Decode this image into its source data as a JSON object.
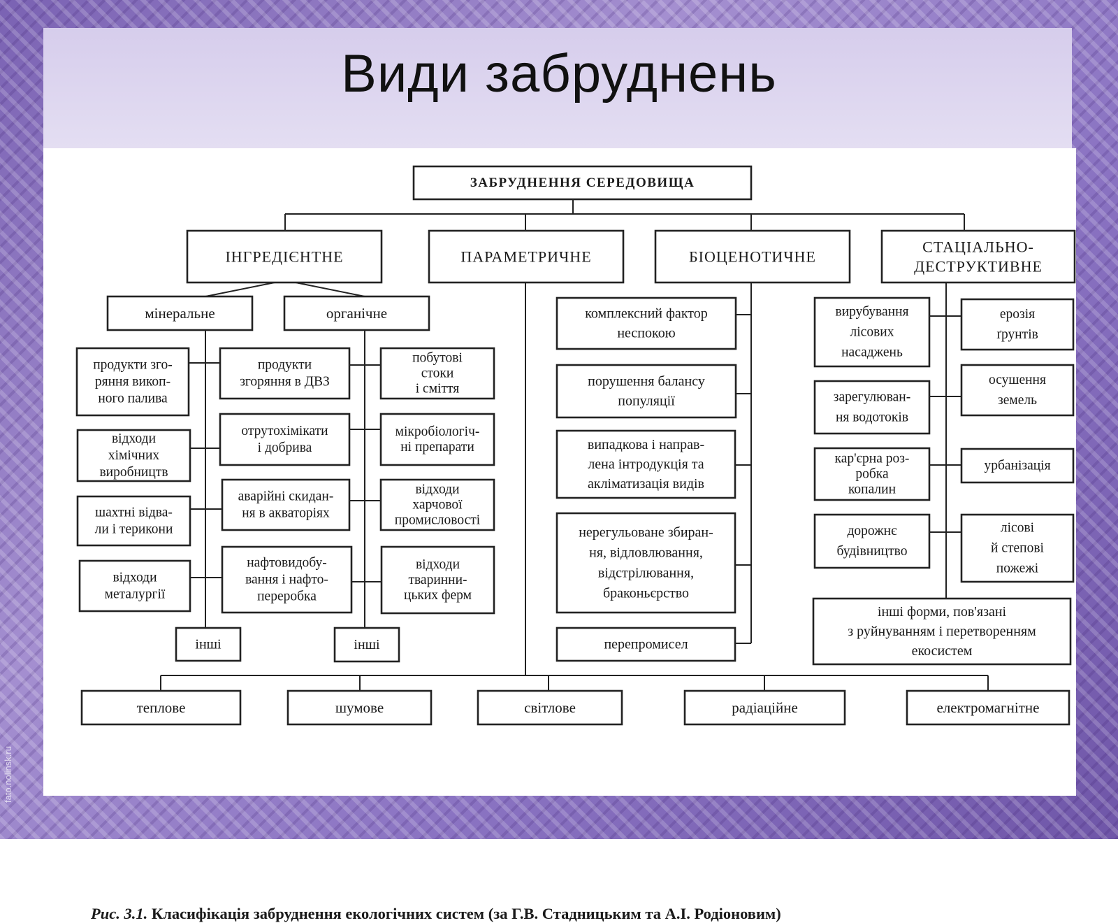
{
  "slide": {
    "title": "Види забруднень",
    "watermark": "fato.nolinsk.ru"
  },
  "diagram": {
    "root": "ЗАБРУДНЕННЯ СЕРЕДОВИЩА",
    "categories": [
      "ІНГРЕДІЄНТНЕ",
      "ПАРАМЕТРИЧНЕ",
      "БІОЦЕНОТИЧНЕ",
      [
        "СТАЦІАЛЬНО-",
        "ДЕСТРУКТИВНЕ"
      ]
    ],
    "ingredient": {
      "mineral": "мінеральне",
      "organic": "органічне",
      "mineral_left": [
        [
          "продукти зго-",
          "ряння викоп-",
          "ного палива"
        ],
        [
          "відходи",
          "хімічних",
          "виробництв"
        ],
        [
          "шахтні відва-",
          "ли і терикони"
        ],
        [
          "відходи",
          "металургії"
        ]
      ],
      "mineral_right": [
        [
          "продукти",
          "згоряння в ДВЗ"
        ],
        [
          "отрутохімікати",
          "і добрива"
        ],
        [
          "аварійні скидан-",
          "ня в акваторіях"
        ],
        [
          "нафтовидобу-",
          "вання і нафто-",
          "переробка"
        ]
      ],
      "organic_right": [
        [
          "побутові",
          "стоки",
          "і сміття"
        ],
        [
          "мікробіологіч-",
          "ні препарати"
        ],
        [
          "відходи",
          "харчової",
          "промисловості"
        ],
        [
          "відходи",
          "тваринни-",
          "цьких ферм"
        ]
      ],
      "other_mineral": "інші",
      "other_organic": "інші"
    },
    "biocenotic": [
      [
        "комплексний фактор",
        "неспокою"
      ],
      [
        "порушення балансу",
        "популяції"
      ],
      [
        "випадкова і направ-",
        "лена інтродукція та",
        "акліматизація видів"
      ],
      [
        "нерегульоване збиран-",
        "ня, відловлювання,",
        "відстрілювання,",
        "браконьєрство"
      ],
      [
        "перепромисел"
      ]
    ],
    "stacial_left": [
      [
        "вирубування",
        "лісових",
        "насаджень"
      ],
      [
        "зарегулюван-",
        "ня водотоків"
      ],
      [
        "кар'єрна роз-",
        "робка",
        "копалин"
      ],
      [
        "дорожнє",
        "будівництво"
      ]
    ],
    "stacial_right": [
      [
        "ерозія",
        "ґрунтів"
      ],
      [
        "осушення",
        "земель"
      ],
      [
        "урбанізація"
      ],
      [
        "лісові",
        "й степові",
        "пожежі"
      ]
    ],
    "stacial_other": [
      "інші форми, пов'язані",
      "з руйнуванням і перетворенням",
      "екосистем"
    ],
    "parametric": [
      "теплове",
      "шумове",
      "світлове",
      "радіаційне",
      "електромагнітне"
    ]
  },
  "caption": {
    "label": "Рис. 3.1.",
    "text": "Класифікація забруднення екологічних систем (за Г.В. Стадницьким та А.І. Родіоновим)"
  }
}
